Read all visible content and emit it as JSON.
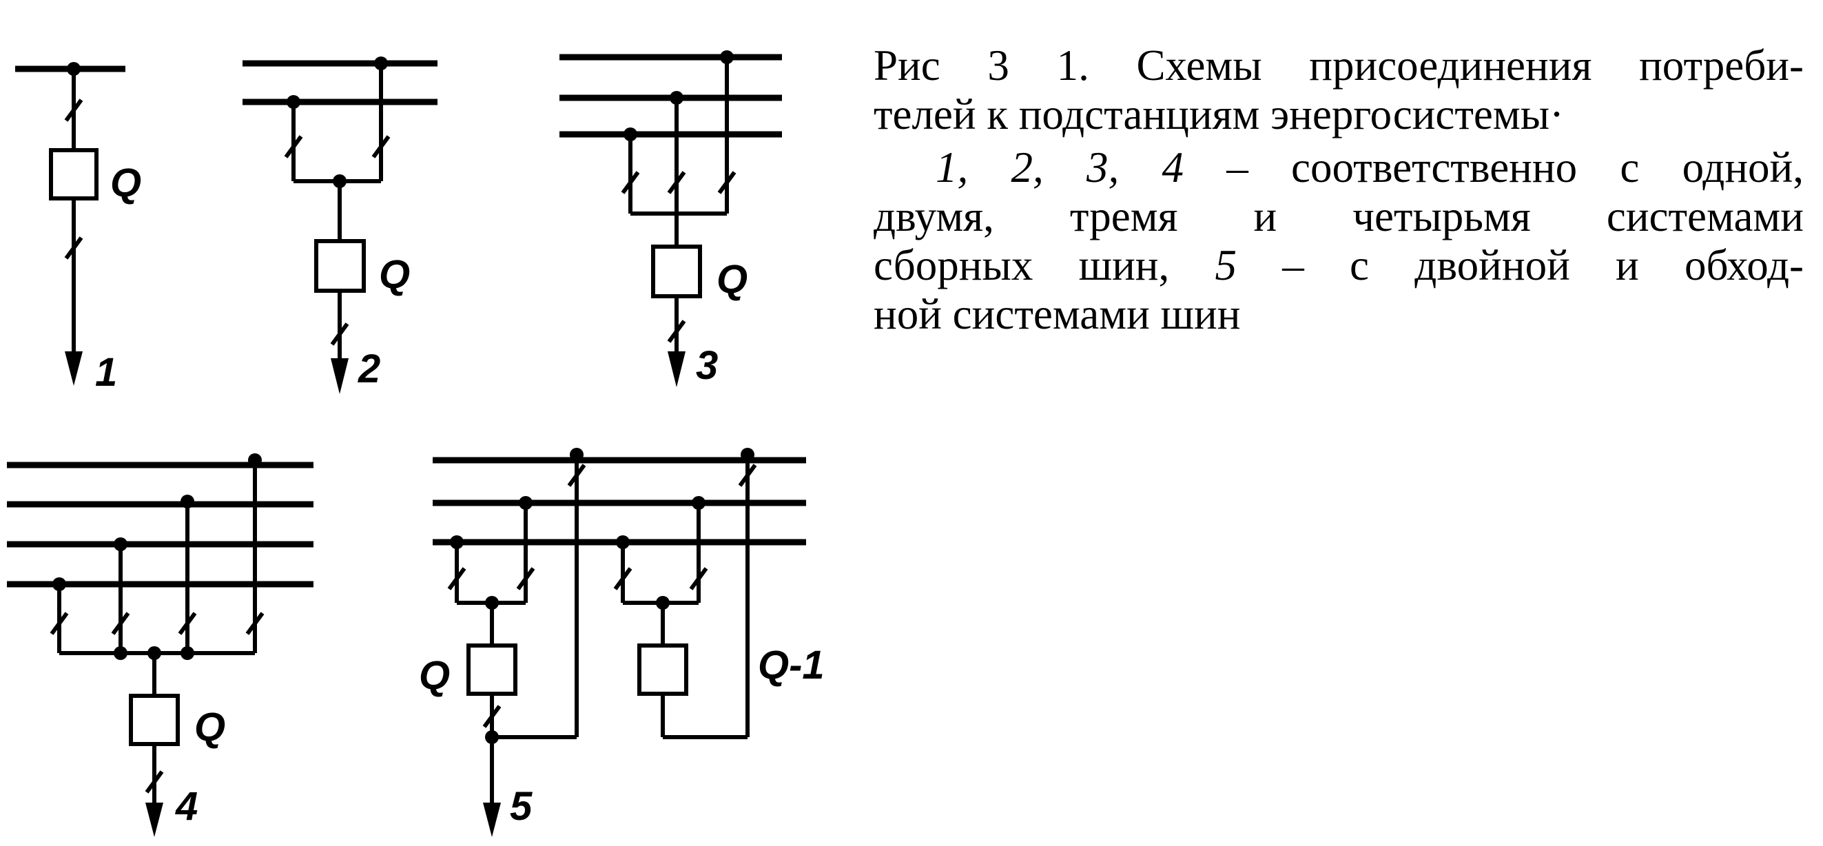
{
  "caption": {
    "title_line1": "Рис  3 1. Схемы присоединения потреби-",
    "title_line2": "телей к подстанциям энергосистемы·",
    "desc_nums": "1, 2, 3, 4",
    "desc_line1_rest": " – соответственно с одной,",
    "desc_line2": "двумя,  тремя  и  четырьмя  системами",
    "desc_line3_a": "сборных  шин,  ",
    "desc_num5": "5",
    "desc_line3_b": "  –  с двойной и обход-",
    "desc_line4": "ной системами шин"
  },
  "labels": {
    "q": "Q",
    "q1": "Q-1",
    "n1": "1",
    "n2": "2",
    "n3": "3",
    "n4": "4",
    "n5": "5"
  }
}
